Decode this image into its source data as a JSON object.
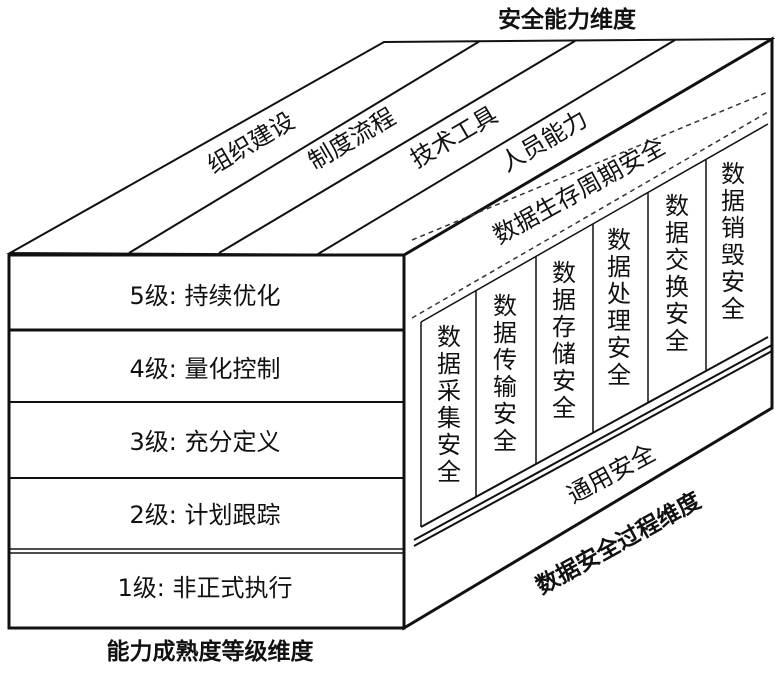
{
  "titles": {
    "top": "安全能力维度",
    "bottom": "能力成熟度等级维度",
    "side": "数据安全过程维度"
  },
  "capability_dimensions": [
    "组织建设",
    "制度流程",
    "技术工具",
    "人员能力"
  ],
  "maturity_levels": [
    {
      "label": "5级: 持续优化"
    },
    {
      "label": "4级: 量化控制"
    },
    {
      "label": "3级: 充分定义"
    },
    {
      "label": "2级: 计划跟踪"
    },
    {
      "label": "1级: 非正式执行"
    }
  ],
  "process": {
    "lifecycle_title": "数据生存周期安全",
    "stages": [
      "数据采集安全",
      "数据传输安全",
      "数据存储安全",
      "数据处理安全",
      "数据交换安全",
      "数据销毁安全"
    ],
    "general": "通用安全"
  }
}
